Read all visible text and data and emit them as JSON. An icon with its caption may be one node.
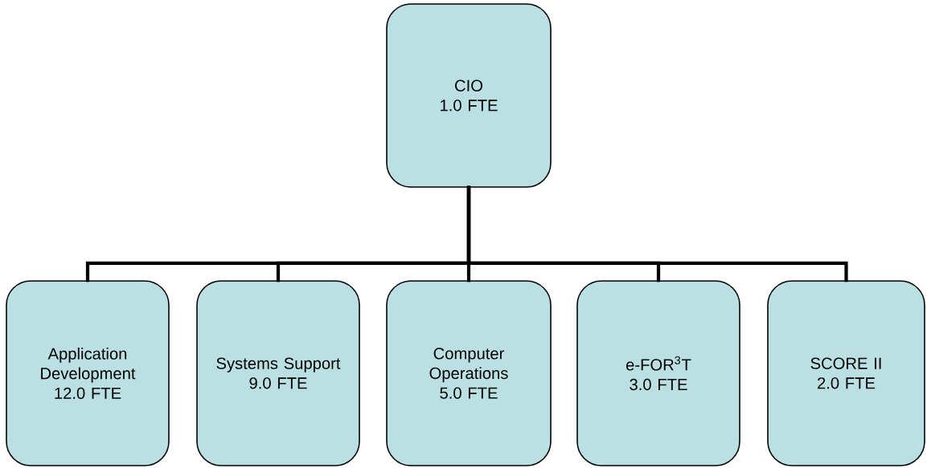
{
  "diagram": {
    "nodes": [
      {
        "text": [
          "CIO",
          "1.0 FTE"
        ]
      },
      {
        "text": [
          "Application Development",
          "12.0 FTE"
        ]
      },
      {
        "text": [
          "Systems Support",
          "9.0 FTE"
        ]
      },
      {
        "text": [
          "Computer Operations",
          "5.0 FTE"
        ]
      },
      {
        "text": [
          "e-FOR$^{3}$T",
          "3.0 FTE"
        ]
      },
      {
        "text": [
          "SCORE II",
          "2.0 FTE"
        ]
      }
    ],
    "edges": [
      {
        "from": 0,
        "to": 1,
        "arrow": "none"
      },
      {
        "from": 0,
        "to": 2,
        "arrow": "none"
      },
      {
        "from": 0,
        "to": 3,
        "arrow": "none"
      },
      {
        "from": 0,
        "to": 4,
        "arrow": "none"
      },
      {
        "from": 0,
        "to": 5,
        "arrow": "none"
      }
    ]
  }
}
